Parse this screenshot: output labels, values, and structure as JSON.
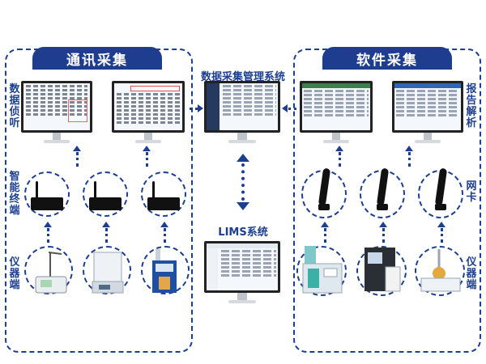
{
  "left_panel": {
    "header": "通讯采集",
    "labels": {
      "monitor_row": "数据侦听",
      "router_row": "智能终端",
      "instrument_row": "仪器端"
    }
  },
  "right_panel": {
    "header": "软件采集",
    "labels": {
      "monitor_row": "报告解析",
      "wifi_row": "网卡",
      "instrument_row": "仪器端"
    }
  },
  "center": {
    "top_title": "数据采集管理系统",
    "bottom_title": "LIMS系统"
  },
  "colors": {
    "primary": "#1d3f8f",
    "header_bg": "#1f3d8f"
  }
}
